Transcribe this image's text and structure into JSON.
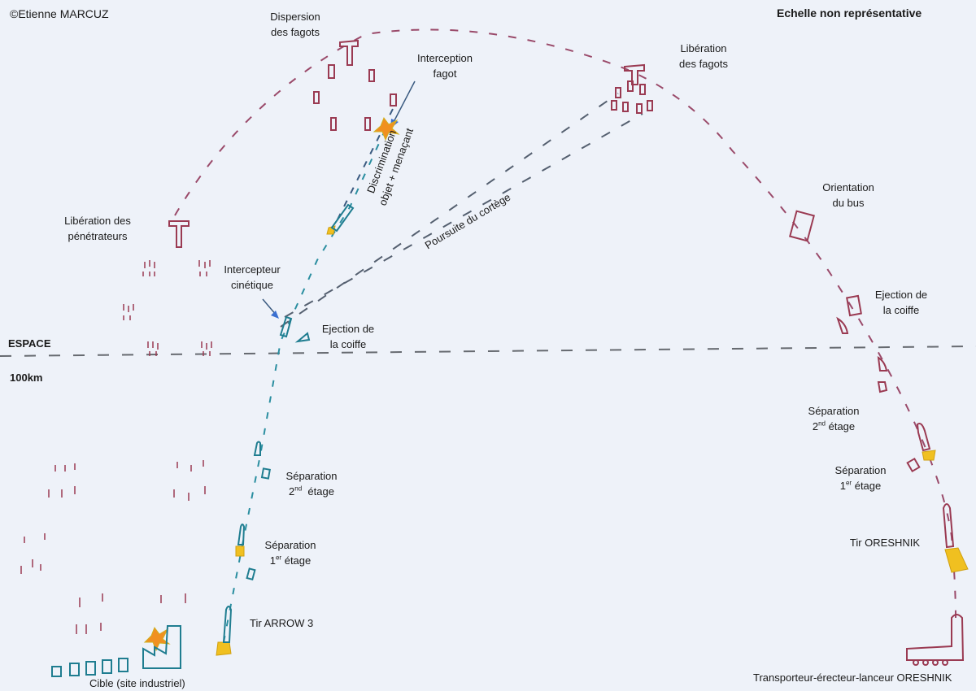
{
  "header": {
    "copyright": "©Etienne MARCUZ",
    "scale_note": "Echelle non représentative"
  },
  "altitude": {
    "zone": "ESPACE",
    "line_altitude": "100km"
  },
  "oreshnik_labels": {
    "dispersion": [
      "Dispersion",
      "des fagots"
    ],
    "liberation_fagots": [
      "Libération",
      "des fagots"
    ],
    "liberation_penetrateurs": [
      "Libération des",
      "pénétrateurs"
    ],
    "orientation_bus": [
      "Orientation",
      "du bus"
    ],
    "ejection_coiffe": [
      "Ejection de",
      "la coiffe"
    ],
    "separation_2": {
      "title": "Séparation",
      "num": "2",
      "sup": "nd",
      "rest": " étage"
    },
    "separation_1": {
      "title": "Séparation",
      "num": "1",
      "sup": "er",
      "rest": " étage"
    },
    "launch": "Tir ORESHNIK",
    "launcher": "Transporteur-érecteur-lanceur ORESHNIK"
  },
  "arrow_labels": {
    "interception": [
      "Interception",
      "fagot"
    ],
    "discrimination": [
      "Discrimination",
      "objet + menaçant"
    ],
    "pursuit": "Poursuite du cortège",
    "interceptor": [
      "Intercepteur",
      "cinétique"
    ],
    "ejection_coiffe": [
      "Ejection de",
      "la coiffe"
    ],
    "separation_2": {
      "title": "Séparation",
      "num": "2",
      "sup": "nd",
      "rest": "  étage"
    },
    "separation_1": {
      "title": "Séparation",
      "num": "1",
      "sup": "er",
      "rest": " étage"
    },
    "launch": "Tir ARROW 3",
    "target": "Cible (site industriel)"
  },
  "colors": {
    "oreshnik": "#9a3a52",
    "arrow": "#2a8ea0",
    "neutral": "#666a70",
    "flame": "#f0c020",
    "background": "#eef2f9"
  }
}
